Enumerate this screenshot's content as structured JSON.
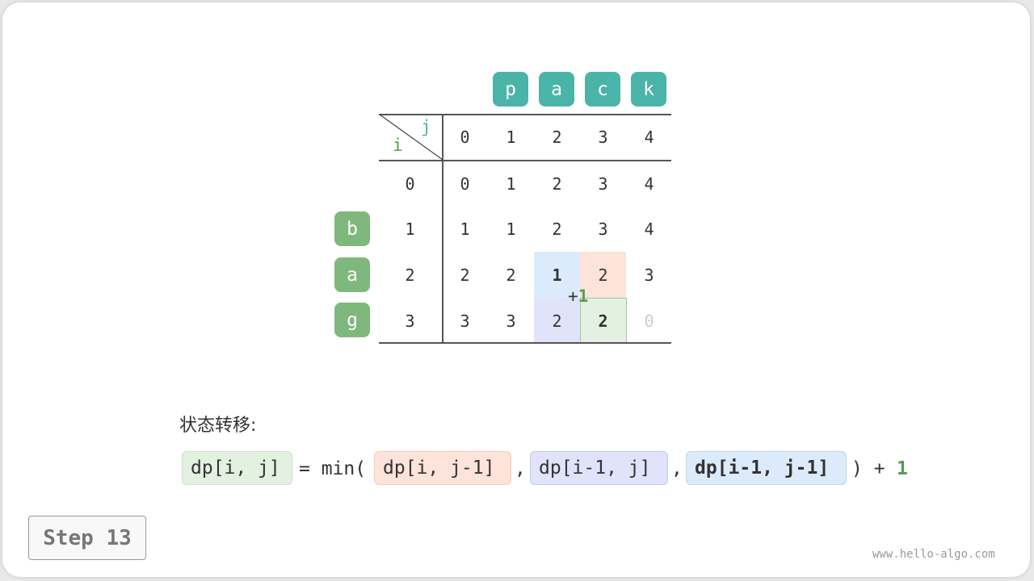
{
  "top_chars": [
    "p",
    "a",
    "c",
    "k"
  ],
  "left_chars": [
    "b",
    "a",
    "g"
  ],
  "header": {
    "i": "i",
    "j": "j",
    "cols": [
      "0",
      "1",
      "2",
      "3",
      "4"
    ],
    "rows": [
      "0",
      "1",
      "2",
      "3"
    ]
  },
  "grid": [
    [
      "0",
      "1",
      "2",
      "3",
      "4"
    ],
    [
      "1",
      "1",
      "2",
      "3",
      "4"
    ],
    [
      "2",
      "2",
      "1",
      "2",
      "3"
    ],
    [
      "3",
      "3",
      "2",
      "2",
      "0"
    ]
  ],
  "plus_one": "+1",
  "formula": {
    "title": "状态转移:",
    "lhs": "dp[i, j]",
    "eq_min": "= min(",
    "a": "dp[i, j-1]",
    "comma1": ",",
    "b": "dp[i-1, j]",
    "comma2": ",",
    "c": "dp[i-1, j-1]",
    "close": ") +",
    "plus_val": "1"
  },
  "step": "Step 13",
  "footer": "www.hello-algo.com",
  "colors": {
    "teal": "#4bb4a8",
    "green": "#7fb87c",
    "red_bg": "#fde3da",
    "blue_bg": "#dcebfb",
    "purple_bg": "#e0e3fa",
    "green_bg": "#e3f1e1"
  }
}
